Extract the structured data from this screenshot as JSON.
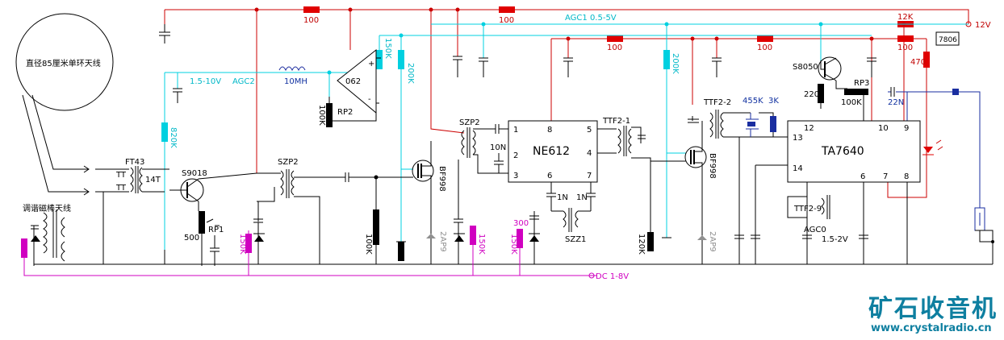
{
  "antenna": {
    "loop_label": "直径85厘米单环天线",
    "bar_label": "调谐磁棒天线"
  },
  "supply": {
    "v12": "12V",
    "dc": "DC 1-8V",
    "agc1": "AGC1  0.5-5V",
    "agc2_range": "1.5-10V",
    "agc2": "AGC2",
    "agc0": "AGC0",
    "agc0_range": "1.5-2V"
  },
  "components": {
    "ft43": "FT43",
    "tt1": "TT",
    "tt2": "TT",
    "t14": "14T",
    "s9018": "S9018",
    "rp1": "RP1",
    "r500": "500",
    "r150k_a": "150K",
    "r820k": "820K",
    "r100_top1": "100",
    "r100_top2": "100",
    "r100_mid1": "100",
    "r100_mid2": "100",
    "r100_mid3": "100",
    "r12k": "12K",
    "reg7806": "7806",
    "r470": "470",
    "l10mh": "10MH",
    "op062": "062",
    "r150k_b": "150K",
    "r200k_a": "200K",
    "r100k_rp2": "100K",
    "rp2": "RP2",
    "szp2_a": "SZP2",
    "szp2_b": "SZP2",
    "bf998_a": "BF998",
    "ap9_a": "2AP9",
    "r100k_b": "100K",
    "r150k_c": "150K",
    "c10n": "10N",
    "ne612": "NE612",
    "pin1": "1",
    "pin2": "2",
    "pin3": "3",
    "pin8": "8",
    "pin6": "6",
    "pin5": "5",
    "pin4": "4",
    "pin7": "7",
    "c1n_a": "1N",
    "c1n_b": "1N",
    "c300": "300",
    "r150k_d": "150K",
    "szz1": "SZZ1",
    "ttf2_1": "TTF2-1",
    "r200k_b": "200K",
    "r120k": "120K",
    "bf998_b": "BF998",
    "ap9_b": "2AP9",
    "ttf2_2": "TTF2-2",
    "f455k": "455K",
    "r3k": "3K",
    "s8050": "S8050",
    "r220": "220",
    "rp3": "RP3",
    "r100k_rp3": "100K",
    "c22n": "22N",
    "ta7640": "TA7640",
    "tpin12": "12",
    "tpin13": "13",
    "tpin14": "14",
    "tpin10": "10",
    "tpin9": "9",
    "tpin6": "6",
    "tpin7": "7",
    "tpin8": "8",
    "ttf2_9": "TTF2-9"
  },
  "brand": {
    "title": "矿石收音机",
    "url": "www.crystalradio.cn"
  },
  "colors": {
    "red_wire": "#cc0000",
    "cyan_wire": "#00d0e0",
    "magenta_wire": "#d000c0",
    "blue_wire": "#1a2ea0",
    "resistor_red": "#e00000",
    "brand": "#0e7fa0"
  }
}
